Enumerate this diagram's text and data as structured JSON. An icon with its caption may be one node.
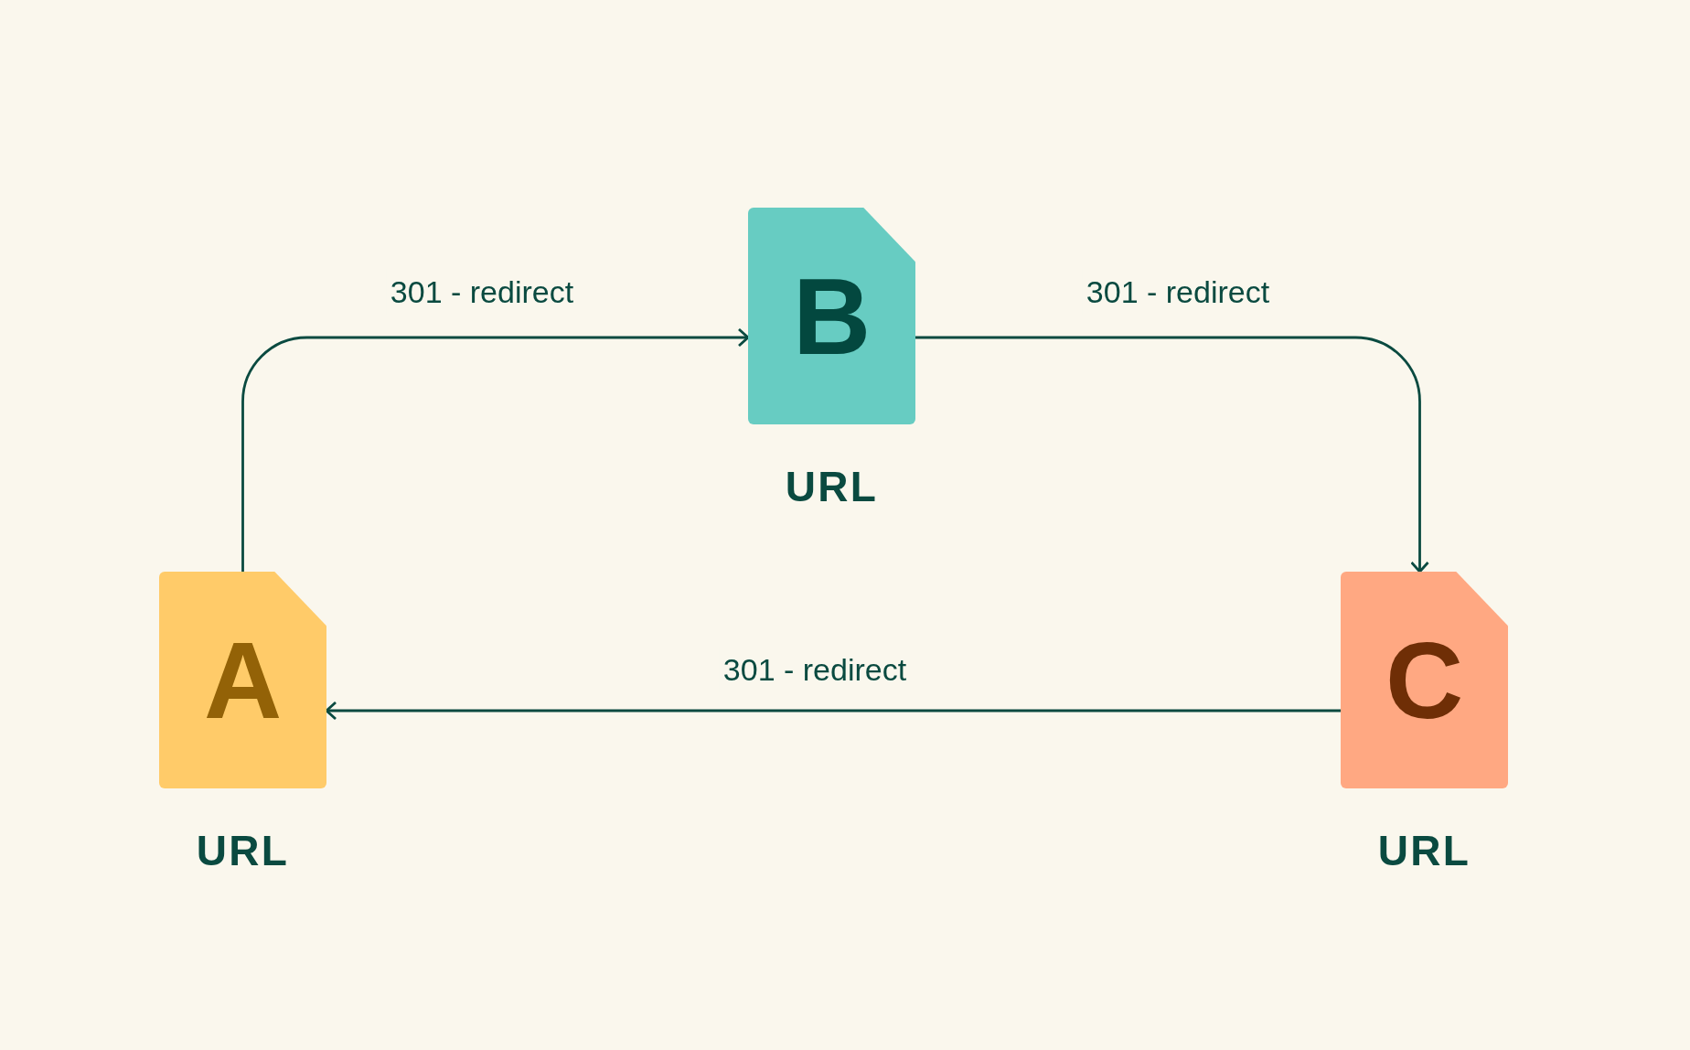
{
  "diagram": {
    "nodes": [
      {
        "text": [
          "A"
        ],
        "beside": [
          "URL"
        ]
      },
      {
        "text": [
          "B"
        ],
        "beside": [
          "URL"
        ]
      },
      {
        "text": [
          "C"
        ],
        "beside": [
          "URL"
        ]
      }
    ],
    "edges": [
      {
        "from": 0,
        "to": 1,
        "arrow": "to",
        "label": "301 - redirect"
      },
      {
        "from": 1,
        "to": 2,
        "arrow": "to",
        "label": "301 - redirect"
      },
      {
        "from": 2,
        "to": 0,
        "arrow": "to",
        "label": "301 - redirect"
      }
    ]
  }
}
